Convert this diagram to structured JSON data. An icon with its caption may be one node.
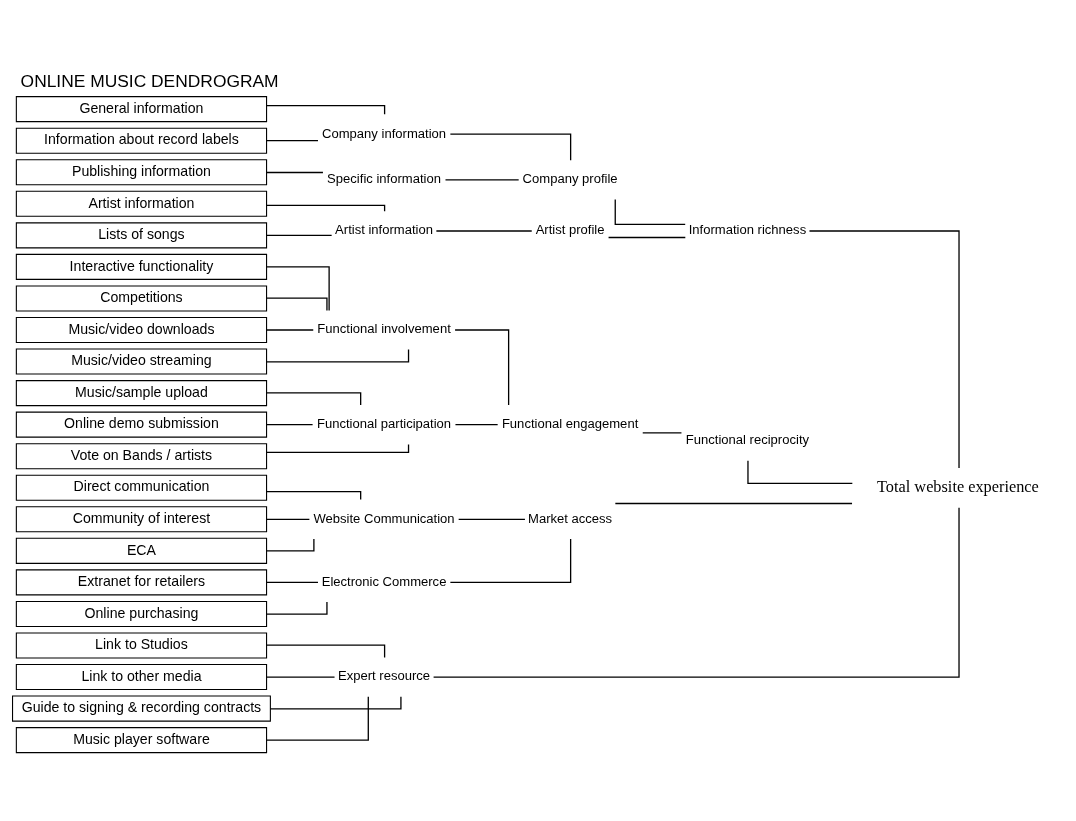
{
  "diagram": {
    "title": "ONLINE MUSIC DENDROGRAM",
    "nodes": [
      {
        "text": [
          "General information"
        ]
      },
      {
        "text": [
          "Information about record labels"
        ]
      },
      {
        "text": [
          "Publishing information"
        ]
      },
      {
        "text": [
          "Artist information"
        ]
      },
      {
        "text": [
          "Lists of songs"
        ]
      },
      {
        "text": [
          "Interactive functionality"
        ]
      },
      {
        "text": [
          "Competitions"
        ]
      },
      {
        "text": [
          "Music/video downloads"
        ]
      },
      {
        "text": [
          "Music/video streaming"
        ]
      },
      {
        "text": [
          "Music/sample upload"
        ]
      },
      {
        "text": [
          "Online demo submission"
        ]
      },
      {
        "text": [
          "Vote on Bands / artists"
        ]
      },
      {
        "text": [
          "Direct communication"
        ]
      },
      {
        "text": [
          "Community of interest"
        ]
      },
      {
        "text": [
          "ECA"
        ]
      },
      {
        "text": [
          "Extranet for retailers"
        ]
      },
      {
        "text": [
          "Online purchasing"
        ]
      },
      {
        "text": [
          "Link to Studios"
        ]
      },
      {
        "text": [
          "Link to other media"
        ]
      },
      {
        "text": [
          "Guide to signing & recording contracts"
        ]
      },
      {
        "text": [
          "Music player software"
        ]
      },
      {
        "text": [
          "Company information"
        ]
      },
      {
        "text": [
          "Specific information"
        ]
      },
      {
        "text": [
          "Artist information"
        ]
      },
      {
        "text": [
          "Functional involvement"
        ]
      },
      {
        "text": [
          "Functional participation"
        ]
      },
      {
        "text": [
          "Website Communication"
        ]
      },
      {
        "text": [
          "Electronic Commerce"
        ]
      },
      {
        "text": [
          "Expert resource"
        ]
      },
      {
        "text": [
          "Company profile"
        ]
      },
      {
        "text": [
          "Artist profile"
        ]
      },
      {
        "text": [
          "Functional engagement"
        ]
      },
      {
        "text": [
          "Market access"
        ]
      },
      {
        "text": [
          "Information richness"
        ]
      },
      {
        "text": [
          "Functional reciprocity"
        ]
      },
      {
        "text": [
          "Total website experience"
        ]
      }
    ],
    "edges": [
      {
        "from": 0,
        "to": 21,
        "arrow": "none"
      },
      {
        "from": 1,
        "to": 21,
        "arrow": "none"
      },
      {
        "from": 2,
        "to": 22,
        "arrow": "none"
      },
      {
        "from": 3,
        "to": 23,
        "arrow": "none"
      },
      {
        "from": 4,
        "to": 23,
        "arrow": "none"
      },
      {
        "from": 5,
        "to": 24,
        "arrow": "none"
      },
      {
        "from": 6,
        "to": 24,
        "arrow": "none"
      },
      {
        "from": 7,
        "to": 24,
        "arrow": "none"
      },
      {
        "from": 8,
        "to": 24,
        "arrow": "none"
      },
      {
        "from": 9,
        "to": 25,
        "arrow": "none"
      },
      {
        "from": 10,
        "to": 25,
        "arrow": "none"
      },
      {
        "from": 11,
        "to": 25,
        "arrow": "none"
      },
      {
        "from": 12,
        "to": 26,
        "arrow": "none"
      },
      {
        "from": 13,
        "to": 26,
        "arrow": "none"
      },
      {
        "from": 14,
        "to": 26,
        "arrow": "none"
      },
      {
        "from": 15,
        "to": 27,
        "arrow": "none"
      },
      {
        "from": 16,
        "to": 27,
        "arrow": "none"
      },
      {
        "from": 17,
        "to": 28,
        "arrow": "none"
      },
      {
        "from": 18,
        "to": 28,
        "arrow": "none"
      },
      {
        "from": 19,
        "to": 28,
        "arrow": "none"
      },
      {
        "from": 20,
        "to": 28,
        "arrow": "none"
      },
      {
        "from": 21,
        "to": 29,
        "arrow": "none"
      },
      {
        "from": 22,
        "to": 29,
        "arrow": "none"
      },
      {
        "from": 23,
        "to": 30,
        "arrow": "none"
      },
      {
        "from": 24,
        "to": 31,
        "arrow": "none"
      },
      {
        "from": 25,
        "to": 31,
        "arrow": "none"
      },
      {
        "from": 26,
        "to": 32,
        "arrow": "none"
      },
      {
        "from": 27,
        "to": 32,
        "arrow": "none"
      },
      {
        "from": 29,
        "to": 33,
        "arrow": "none"
      },
      {
        "from": 30,
        "to": 33,
        "arrow": "none"
      },
      {
        "from": 31,
        "to": 34,
        "arrow": "none"
      },
      {
        "from": 33,
        "to": 35,
        "arrow": "none"
      },
      {
        "from": 34,
        "to": 35,
        "arrow": "none"
      },
      {
        "from": 32,
        "to": 35,
        "arrow": "none"
      },
      {
        "from": 28,
        "to": 35,
        "arrow": "none"
      }
    ]
  }
}
